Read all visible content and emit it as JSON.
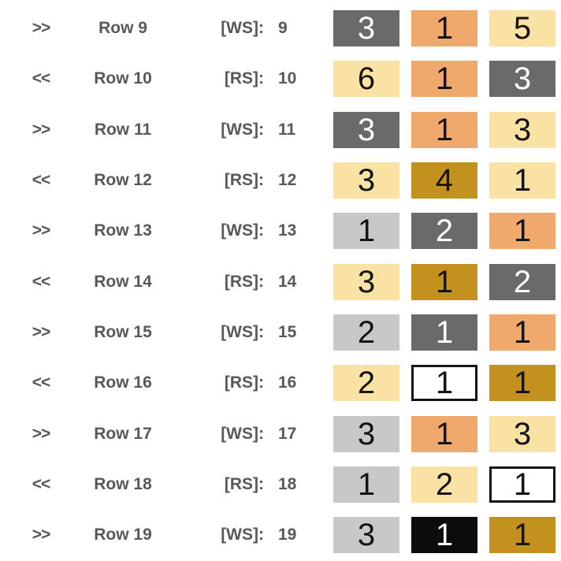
{
  "chart_data": {
    "type": "table",
    "description": "Colorwork pattern row-by-row stitch counts",
    "label_color": "#58585A",
    "palette": {
      "dark_gray": {
        "bg": "#6A6A6C",
        "text": "#FFFFFF"
      },
      "orange": {
        "bg": "#F0A96C",
        "text": "#141414"
      },
      "yellow": {
        "bg": "#FAE2A4",
        "text": "#141414"
      },
      "gold": {
        "bg": "#C3921E",
        "text": "#141414"
      },
      "light_gray": {
        "bg": "#C8C8C8",
        "text": "#141414"
      },
      "black": {
        "bg": "#0C0C0C",
        "text": "#FFFFFF"
      },
      "white": {
        "bg": "#FFFFFF",
        "text": "#141414",
        "border": "#141414"
      }
    },
    "rows": [
      {
        "arrow": ">>",
        "label": "Row 9",
        "tag": "[WS]:",
        "number": 9,
        "cells": [
          {
            "count": 3,
            "color": "dark_gray"
          },
          {
            "count": 1,
            "color": "orange"
          },
          {
            "count": 5,
            "color": "yellow"
          }
        ]
      },
      {
        "arrow": "<<",
        "label": "Row 10",
        "tag": "[RS]:",
        "number": 10,
        "cells": [
          {
            "count": 6,
            "color": "yellow"
          },
          {
            "count": 1,
            "color": "orange"
          },
          {
            "count": 3,
            "color": "dark_gray"
          }
        ]
      },
      {
        "arrow": ">>",
        "label": "Row 11",
        "tag": "[WS]:",
        "number": 11,
        "cells": [
          {
            "count": 3,
            "color": "dark_gray"
          },
          {
            "count": 1,
            "color": "orange"
          },
          {
            "count": 3,
            "color": "yellow"
          }
        ]
      },
      {
        "arrow": "<<",
        "label": "Row 12",
        "tag": "[RS]:",
        "number": 12,
        "cells": [
          {
            "count": 3,
            "color": "yellow"
          },
          {
            "count": 4,
            "color": "gold"
          },
          {
            "count": 1,
            "color": "yellow"
          }
        ]
      },
      {
        "arrow": ">>",
        "label": "Row 13",
        "tag": "[WS]:",
        "number": 13,
        "cells": [
          {
            "count": 1,
            "color": "light_gray"
          },
          {
            "count": 2,
            "color": "dark_gray"
          },
          {
            "count": 1,
            "color": "orange"
          }
        ]
      },
      {
        "arrow": "<<",
        "label": "Row 14",
        "tag": "[RS]:",
        "number": 14,
        "cells": [
          {
            "count": 3,
            "color": "yellow"
          },
          {
            "count": 1,
            "color": "gold"
          },
          {
            "count": 2,
            "color": "dark_gray"
          }
        ]
      },
      {
        "arrow": ">>",
        "label": "Row 15",
        "tag": "[WS]:",
        "number": 15,
        "cells": [
          {
            "count": 2,
            "color": "light_gray"
          },
          {
            "count": 1,
            "color": "dark_gray"
          },
          {
            "count": 1,
            "color": "orange"
          }
        ]
      },
      {
        "arrow": "<<",
        "label": "Row 16",
        "tag": "[RS]:",
        "number": 16,
        "cells": [
          {
            "count": 2,
            "color": "yellow"
          },
          {
            "count": 1,
            "color": "white"
          },
          {
            "count": 1,
            "color": "gold"
          }
        ]
      },
      {
        "arrow": ">>",
        "label": "Row 17",
        "tag": "[WS]:",
        "number": 17,
        "cells": [
          {
            "count": 3,
            "color": "light_gray"
          },
          {
            "count": 1,
            "color": "orange"
          },
          {
            "count": 3,
            "color": "yellow"
          }
        ]
      },
      {
        "arrow": "<<",
        "label": "Row 18",
        "tag": "[RS]:",
        "number": 18,
        "cells": [
          {
            "count": 1,
            "color": "light_gray"
          },
          {
            "count": 2,
            "color": "yellow"
          },
          {
            "count": 1,
            "color": "white"
          }
        ]
      },
      {
        "arrow": ">>",
        "label": "Row 19",
        "tag": "[WS]:",
        "number": 19,
        "cells": [
          {
            "count": 3,
            "color": "light_gray"
          },
          {
            "count": 1,
            "color": "black"
          },
          {
            "count": 1,
            "color": "gold"
          }
        ]
      }
    ]
  }
}
